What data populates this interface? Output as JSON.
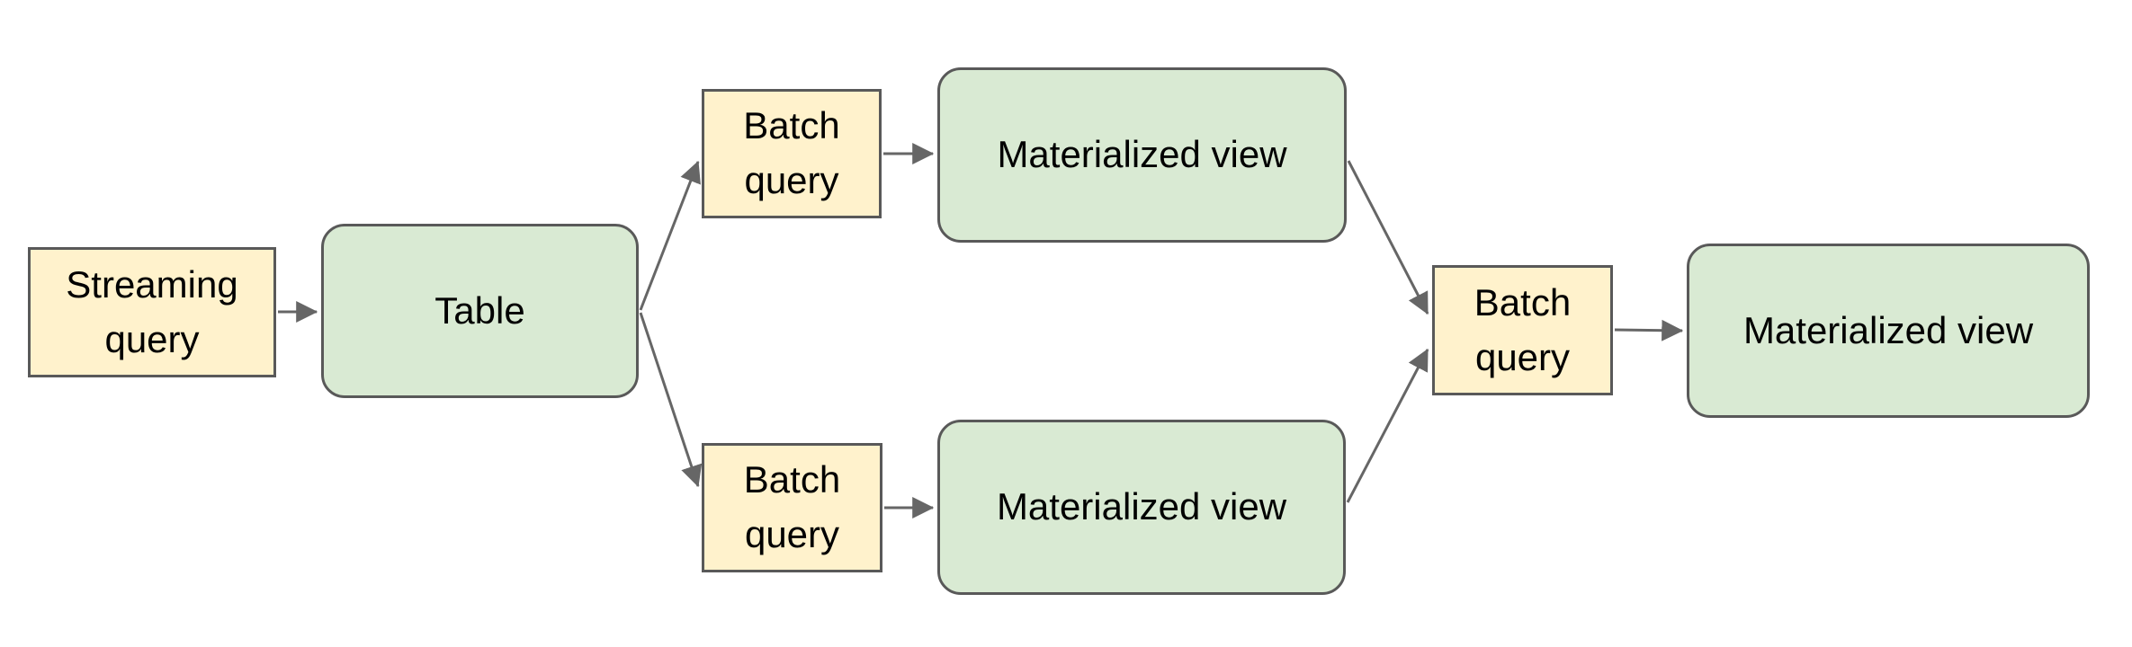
{
  "diagram": {
    "nodes": [
      {
        "id": "streaming-query",
        "label": "Streaming query",
        "kind": "query"
      },
      {
        "id": "table",
        "label": "Table",
        "kind": "dataset"
      },
      {
        "id": "batch-query-top",
        "label": "Batch query",
        "kind": "query"
      },
      {
        "id": "materialized-view-top",
        "label": "Materialized view",
        "kind": "dataset"
      },
      {
        "id": "batch-query-bottom",
        "label": "Batch query",
        "kind": "query"
      },
      {
        "id": "materialized-view-bottom",
        "label": "Materialized view",
        "kind": "dataset"
      },
      {
        "id": "batch-query-right",
        "label": "Batch query",
        "kind": "query"
      },
      {
        "id": "materialized-view-right",
        "label": "Materialized view",
        "kind": "dataset"
      }
    ],
    "edges": [
      {
        "from": "streaming-query",
        "to": "table"
      },
      {
        "from": "table",
        "to": "batch-query-top"
      },
      {
        "from": "table",
        "to": "batch-query-bottom"
      },
      {
        "from": "batch-query-top",
        "to": "materialized-view-top"
      },
      {
        "from": "batch-query-bottom",
        "to": "materialized-view-bottom"
      },
      {
        "from": "materialized-view-top",
        "to": "batch-query-right"
      },
      {
        "from": "materialized-view-bottom",
        "to": "batch-query-right"
      },
      {
        "from": "batch-query-right",
        "to": "materialized-view-right"
      }
    ],
    "colors": {
      "query_fill": "#fff2cc",
      "dataset_fill": "#d9ead3",
      "border": "#595959",
      "arrow": "#666666",
      "text": "#000000",
      "background": "#ffffff"
    }
  }
}
